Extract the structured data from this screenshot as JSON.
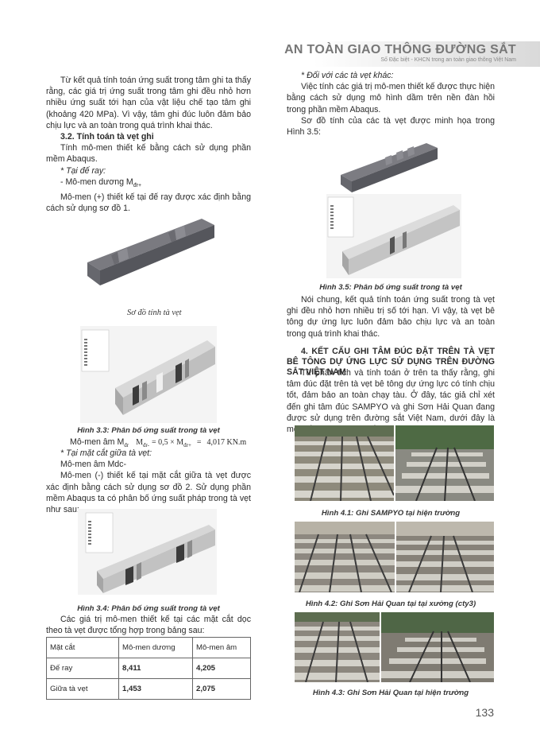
{
  "header": {
    "title": "AN TOÀN GIAO THÔNG ĐƯỜNG SẮT",
    "subtitle": "Số Đặc biệt - KHCN trong an toàn giao thông Việt Nam"
  },
  "left": {
    "p1": "Từ kết quả tính toán ứng suất trong tâm ghi ta thấy rằng, các giá trị ứng suất trong tâm ghi đều nhỏ hơn nhiều ứng suất tới hạn của vật liệu chế tạo tâm ghi (khoảng 420 MPa). Vì vậy, tâm ghi đúc luôn đảm bảo chịu lực và an toàn trong quá trình khai thác.",
    "s32": "3.2. Tính toán tà vẹt ghi",
    "p2": "Tính mô-men thiết kế bằng cách sử dụng phần mềm Abaqus.",
    "p3": "* Tại đế ray:",
    "p4": "- Mô-men dương M",
    "p4sub": "đr+",
    "p5": "Mô-men (+) thiết kế tại đế ray được xác định bằng cách sử dụng sơ đồ 1.",
    "diagram_caption": "Sơ đồ tính tà vẹt",
    "cap33": "Hình 3.3: Phân bố ứng suất trong tà vẹt",
    "formula_prefix": "Mô-men âm M",
    "formula_sub": "đr",
    "formula_body": "M",
    "formula_eq": "= 0,5 × M",
    "formula_value": "4,017 KN.m",
    "p6": "* Tại mặt cắt giữa tà vẹt:",
    "p7": "Mô-men âm Mdc-",
    "p8": "Mô-men (-) thiết kế tại mặt cắt giữa tà vẹt được xác định bằng cách sử dụng sơ đồ 2. Sử dụng phần mềm Abaqus ta có phân bố ứng suất pháp trong tà vẹt như sau:",
    "cap34": "Hình 3.4: Phân bố ứng suất trong tà vẹt",
    "p9": "Các giá trị mô-men thiết kế tại các mặt cắt dọc theo tà vẹt được tổng hợp trong bảng sau:",
    "table": {
      "headers": [
        "Mặt cắt",
        "Mô-men dương",
        "Mô-men âm"
      ],
      "rows": [
        [
          "Đế ray",
          "8,411",
          "4,205"
        ],
        [
          "Giữa tà vẹt",
          "1,453",
          "2,075"
        ]
      ]
    }
  },
  "right": {
    "p1": "* Đối với các tà vẹt khác:",
    "p2": "Việc tính các giá trị mô-men thiết kế được thực hiện bằng cách sử dụng mô hình dầm trên nền đàn hồi trong phần mềm Abaqus.",
    "p3": "Sơ đồ tính của các tà vẹt được minh họa trong Hình 3.5:",
    "cap35": "Hình 3.5: Phân bố ứng suất trong tà vẹt",
    "p4": "Nói chung, kết quả tính toán ứng suất trong tà vẹt ghi đều nhỏ hơn nhiều trị số tới hạn. Vì vậy, tà vẹt bê tông dự ứng lực luôn đảm bảo chịu lực và an toàn trong quá trình khai thác.",
    "s4": "4. KẾT CẤU GHI TÂM ĐÚC ĐẶT TRÊN TÀ VẸT BÊ TÔNG DỰ ỨNG LỰC SỬ DỤNG TRÊN ĐƯỜNG SẮT VIỆT NAM",
    "p5": "Từ phân tích và tính toán ở trên ta thấy rằng, ghi tâm đúc đặt trên tà vẹt bê tông dự ứng lực có tính chịu tốt, đảm bảo an toàn chạy tàu. Ở đây, tác giả chỉ xét đến ghi tâm đúc SAMPYO và ghi Sơn Hải Quan đang được sử dụng trên đường sắt Việt Nam, dưới đây là một số hình ảnh thực tế:",
    "cap41": "Hình 4.1: Ghi SAMPYO tại hiện trường",
    "cap42": "Hình 4.2: Ghi Sơn Hải Quan tại tại xưởng (cty3)",
    "cap43": "Hình 4.3: Ghi Sơn Hải Quan tại hiện trường"
  },
  "page_number": "133"
}
